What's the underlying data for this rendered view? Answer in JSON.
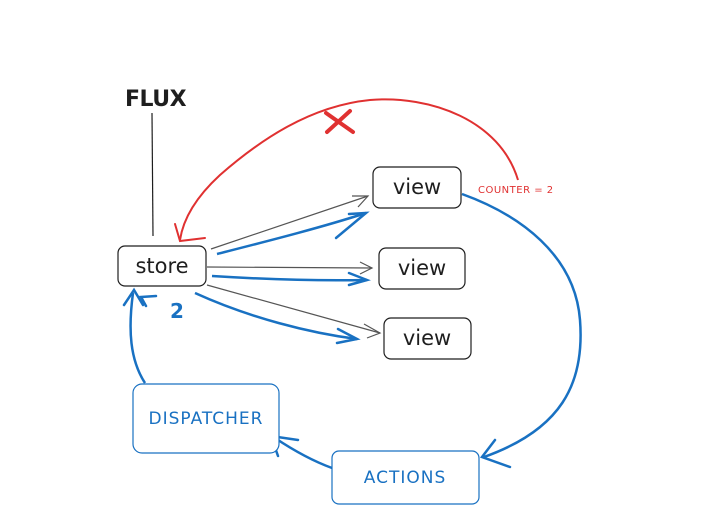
{
  "title": "FLUX",
  "nodes": {
    "store": "store",
    "view_top": "view",
    "view_middle": "view",
    "view_bottom": "view",
    "dispatcher": "DISPATCHER",
    "actions": "ACTIONS"
  },
  "annotations": {
    "counter": "COUNTER = 2",
    "store_count": "2"
  },
  "colors": {
    "ink": "#1e1e1e",
    "blue": "#1971c2",
    "red": "#e03131",
    "gray_arrow": "#555555"
  }
}
